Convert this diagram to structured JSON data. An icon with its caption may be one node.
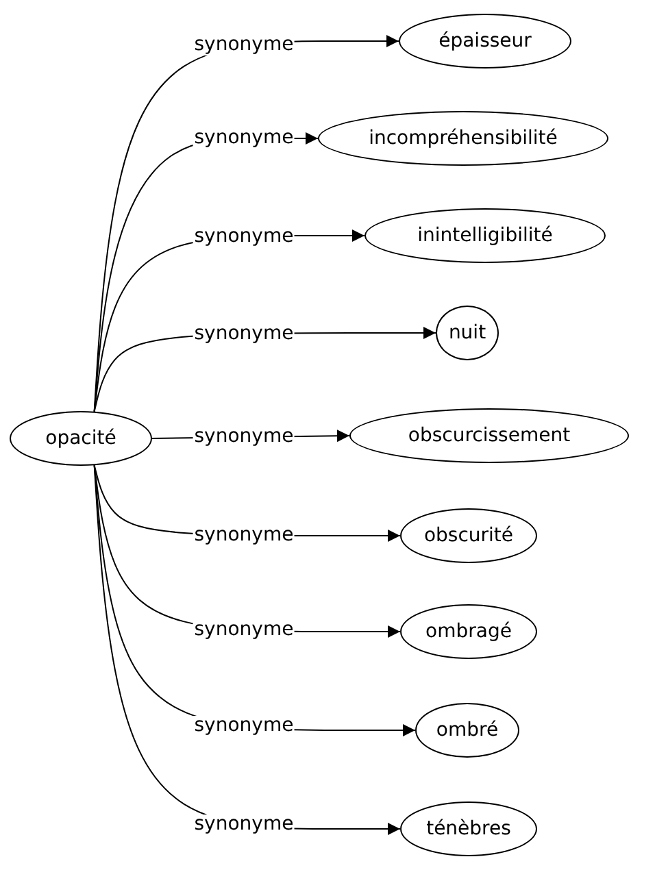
{
  "diagram": {
    "nodes": [
      {
        "text": [
          "opacité"
        ]
      },
      {
        "text": [
          "épaisseur"
        ]
      },
      {
        "text": [
          "incompréhensibilité"
        ]
      },
      {
        "text": [
          "inintelligibilité"
        ]
      },
      {
        "text": [
          "nuit"
        ]
      },
      {
        "text": [
          "obscurcissement"
        ]
      },
      {
        "text": [
          "obscurité"
        ]
      },
      {
        "text": [
          "ombragé"
        ]
      },
      {
        "text": [
          "ombré"
        ]
      },
      {
        "text": [
          "ténèbres"
        ]
      }
    ],
    "edges": [
      {
        "from": 0,
        "to": 1,
        "arrow": "to",
        "label": "synonyme"
      },
      {
        "from": 0,
        "to": 2,
        "arrow": "to",
        "label": "synonyme"
      },
      {
        "from": 0,
        "to": 3,
        "arrow": "to",
        "label": "synonyme"
      },
      {
        "from": 0,
        "to": 4,
        "arrow": "to",
        "label": "synonyme"
      },
      {
        "from": 0,
        "to": 5,
        "arrow": "to",
        "label": "synonyme"
      },
      {
        "from": 0,
        "to": 6,
        "arrow": "to",
        "label": "synonyme"
      },
      {
        "from": 0,
        "to": 7,
        "arrow": "to",
        "label": "synonyme"
      },
      {
        "from": 0,
        "to": 8,
        "arrow": "to",
        "label": "synonyme"
      },
      {
        "from": 0,
        "to": 9,
        "arrow": "to",
        "label": "synonyme"
      }
    ]
  }
}
